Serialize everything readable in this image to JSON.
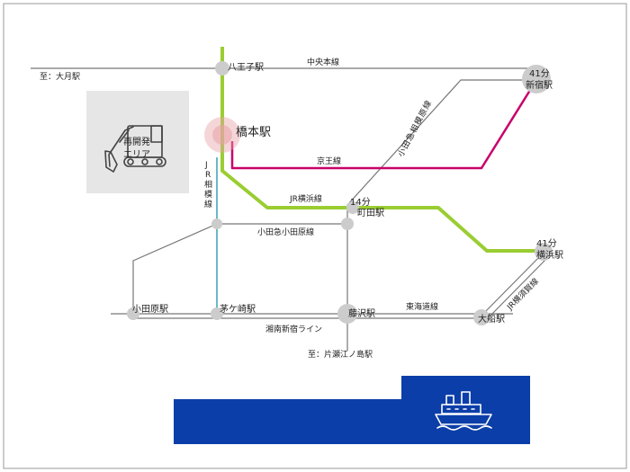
{
  "stations": {
    "hachioji": "八王子駅",
    "hashimoto": "橋本駅",
    "shinjuku_time": "41分",
    "shinjuku": "新宿駅",
    "machida_time": "14分",
    "machida": "町田駅",
    "yokohama_time": "41分",
    "yokohama": "横浜駅",
    "odawara": "小田原駅",
    "chigasaki": "茅ケ崎駅",
    "fujisawa": "藤沢駅",
    "ofuna": "大船駅"
  },
  "lines": {
    "chuo": "中央本線",
    "keio": "京王線",
    "jr_yokohama": "JR横浜線",
    "odakyu_odawara": "小田急小田原線",
    "tokaido": "東海道線",
    "shonan_shinjuku": "湘南新宿ライン",
    "sagami_chars": [
      "J",
      "R",
      "相",
      "模",
      "線"
    ],
    "odakyu_sagamihara_chars": [
      "小",
      "田",
      "急",
      "相",
      "模",
      "原",
      "線"
    ],
    "yokosuka": "JR横須賀線"
  },
  "destinations": {
    "otsuki": "至：大月駅",
    "katase": "至：片瀬江ノ島駅"
  },
  "area": {
    "label_line1": "再開発",
    "label_line2": "エリア",
    "icon": "excavator-icon"
  },
  "sea": {
    "icon": "ship-icon",
    "color": "#0b3ea8"
  },
  "colors": {
    "jr_yokohama": "#9acd32",
    "keio": "#c8006c",
    "sagami": "#2a9ab0",
    "gray_line": "#777777",
    "station": "#cccccc",
    "hashimoto_glow": "#e8a3a8"
  }
}
